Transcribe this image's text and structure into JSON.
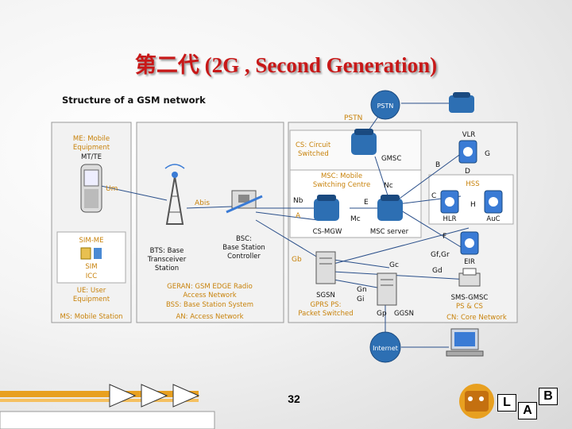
{
  "slide_title": "第二代  (2G , Second Generation)",
  "diagram": {
    "heading": "Structure of a GSM network",
    "pstn_cloud": "PSTN",
    "pstn_label": "PSTN",
    "internet_cloud": "Internet",
    "ms": {
      "me_line1": "ME: Mobile",
      "me_line2": "Equipment",
      "me_line3": "MT/TE",
      "um": "Um",
      "sim_me": "SIM-ME",
      "sim": "SIM",
      "icc": "ICC",
      "ue_line1": "UE: User",
      "ue_line2": "Equipment",
      "box": "MS: Mobile Station"
    },
    "an": {
      "abis": "Abis",
      "bts_line1": "BTS: Base",
      "bts_line2": "Transceiver",
      "bts_line3": "Station",
      "bsc_line1": "BSC:",
      "bsc_line2": "Base Station",
      "bsc_line3": "Controller",
      "geran_line1": "GERAN: GSM EDGE Radio",
      "geran_line2": "Access Network",
      "bss_line": "BSS: Base Station System",
      "box": "AN: Access Network"
    },
    "cn": {
      "cs_line1": "CS: Circuit",
      "cs_line2": "Switched",
      "gmsc": "GMSC",
      "msc_line1": "MSC: Mobile",
      "msc_line2": "Switching Centre",
      "nb": "Nb",
      "nc": "Nc",
      "a": "A",
      "e": "E",
      "mc": "Mc",
      "cs_mgw": "CS-MGW",
      "msc_server": "MSC server",
      "vlr": "VLR",
      "g": "G",
      "b": "B",
      "d": "D",
      "hss": "HSS",
      "c": "C",
      "h": "H",
      "hlr": "HLR",
      "auc": "AuC",
      "f": "F",
      "gf_gr": "Gf,Gr",
      "eir": "EIR",
      "gd": "Gd",
      "sms_gmsc": "SMS-GMSC",
      "ps_cs": "PS & CS",
      "gb": "Gb",
      "gc": "Gc",
      "gn": "Gn",
      "gi": "Gi",
      "gp": "Gp",
      "sgsn": "SGSN",
      "ggsn": "GGSN",
      "gprs_line1": "GPRS PS:",
      "gprs_line2": "Packet Switched",
      "box": "CN: Core Network"
    }
  },
  "page_number": "32",
  "logo_letters": {
    "l": "L",
    "a": "A",
    "b": "B"
  },
  "colors": {
    "title": "#c81818",
    "label_text": "#c8820a",
    "line": "#2a4f8a",
    "box_fill": "#f2f2f2",
    "box_stroke": "#999999",
    "cloud": "#2d6fb3"
  }
}
